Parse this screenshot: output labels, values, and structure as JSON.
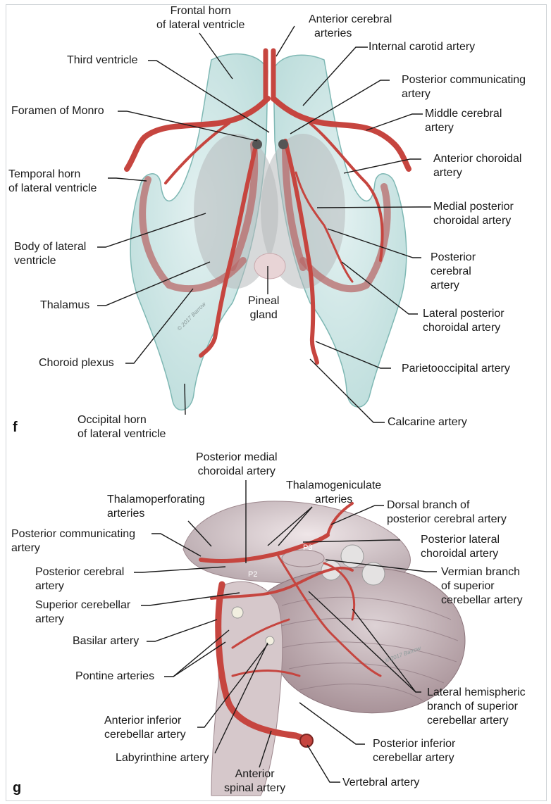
{
  "panel_f": {
    "letter": "f",
    "labels": {
      "frontal_horn": [
        "Frontal horn",
        "of lateral ventricle"
      ],
      "anterior_cerebral": [
        "Anterior cerebral",
        "arteries"
      ],
      "internal_carotid": "Internal carotid artery",
      "third_ventricle": "Third ventricle",
      "posterior_communicating": [
        "Posterior communicating",
        "artery"
      ],
      "foramen_of_monro": "Foramen of Monro",
      "middle_cerebral": [
        "Middle cerebral",
        "artery"
      ],
      "anterior_choroidal": [
        "Anterior choroidal",
        "artery"
      ],
      "temporal_horn": [
        "Temporal horn",
        "of lateral ventricle"
      ],
      "medial_posterior_choroidal": [
        "Medial posterior",
        "choroidal artery"
      ],
      "body_of_lateral": [
        "Body of lateral",
        "ventricle"
      ],
      "posterior_cerebral": [
        "Posterior",
        "cerebral",
        "artery"
      ],
      "pineal_gland": [
        "Pineal",
        "gland"
      ],
      "thalamus": "Thalamus",
      "lateral_posterior_choroidal": [
        "Lateral posterior",
        "choroidal artery"
      ],
      "choroid_plexus": "Choroid plexus",
      "parietooccipital": "Parietooccipital artery",
      "occipital_horn": [
        "Occipital horn",
        "of lateral ventricle"
      ],
      "calcarine": "Calcarine artery"
    }
  },
  "panel_g": {
    "letter": "g",
    "labels": {
      "posterior_medial_choroidal": [
        "Posterior medial",
        "choroidal artery"
      ],
      "thalamogeniculate": [
        "Thalamogeniculate",
        "arteries"
      ],
      "thalamoperforating": [
        "Thalamoperforating",
        "arteries"
      ],
      "dorsal_branch": [
        "Dorsal branch of",
        "posterior cerebral artery"
      ],
      "posterior_communicating": [
        "Posterior communicating",
        "artery"
      ],
      "posterior_lateral_choroidal": [
        "Posterior lateral",
        "choroidal artery"
      ],
      "posterior_cerebral": [
        "Posterior cerebral",
        "artery"
      ],
      "vermian_branch": [
        "Vermian branch",
        "of superior",
        "cerebellar artery"
      ],
      "superior_cerebellar": [
        "Superior cerebellar",
        "artery"
      ],
      "basilar": "Basilar artery",
      "pontine": "Pontine arteries",
      "lateral_hemispheric": [
        "Lateral hemispheric",
        "branch of superior",
        "cerebellar artery"
      ],
      "aica": [
        "Anterior inferior",
        "cerebellar artery"
      ],
      "pica": [
        "Posterior inferior",
        "cerebellar artery"
      ],
      "labyrinthine": "Labyrinthine artery",
      "anterior_spinal": [
        "Anterior",
        "spinal artery"
      ],
      "vertebral": "Vertebral artery"
    },
    "segment_labels": {
      "p2": "P2",
      "p3": "P3"
    }
  },
  "colors": {
    "artery": "#c6453f",
    "ventricle": "#a9d3d1",
    "thalamus": "#b7b9bb",
    "brain_tissue": "#b8a8ad",
    "label_text": "#1a1a1a"
  },
  "signature": "© 2017 Barrow"
}
